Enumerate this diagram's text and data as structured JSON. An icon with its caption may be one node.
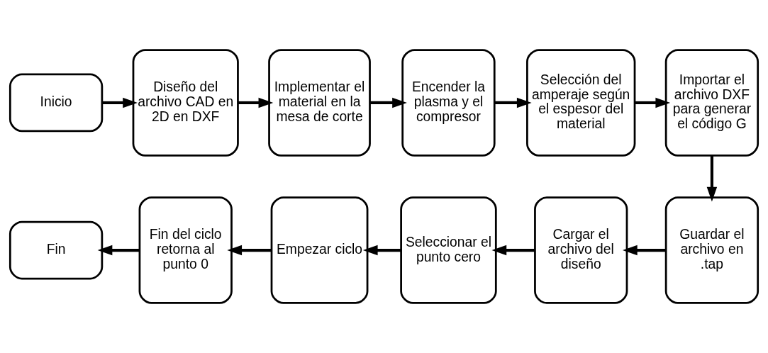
{
  "diagram": {
    "nodes": [
      {
        "text": [
          "Inicio"
        ]
      },
      {
        "text": [
          "Diseño del archivo CAD en 2D en DXF"
        ]
      },
      {
        "text": [
          "Implementar el material en la mesa de corte"
        ]
      },
      {
        "text": [
          "Encender la plasma y el compresor"
        ]
      },
      {
        "text": [
          "Selección del amperaje según el espesor del material"
        ]
      },
      {
        "text": [
          "Importar el archivo DXF para generar el código G"
        ]
      },
      {
        "text": [
          "Guardar el archivo en .tap"
        ]
      },
      {
        "text": [
          "Cargar el archivo del diseño"
        ]
      },
      {
        "text": [
          "Seleccionar el punto cero"
        ]
      },
      {
        "text": [
          "Empezar ciclo"
        ]
      },
      {
        "text": [
          "Fin del ciclo retorna al punto 0"
        ]
      },
      {
        "text": [
          "Fin"
        ]
      }
    ],
    "edges": [
      {
        "from": 0,
        "to": 1,
        "arrow": "to"
      },
      {
        "from": 1,
        "to": 2,
        "arrow": "to"
      },
      {
        "from": 2,
        "to": 3,
        "arrow": "to"
      },
      {
        "from": 3,
        "to": 4,
        "arrow": "to"
      },
      {
        "from": 4,
        "to": 5,
        "arrow": "to"
      },
      {
        "from": 5,
        "to": 6,
        "arrow": "to"
      },
      {
        "from": 6,
        "to": 7,
        "arrow": "to"
      },
      {
        "from": 7,
        "to": 8,
        "arrow": "to"
      },
      {
        "from": 8,
        "to": 9,
        "arrow": "to"
      },
      {
        "from": 9,
        "to": 10,
        "arrow": "to"
      },
      {
        "from": 10,
        "to": 11,
        "arrow": "to"
      }
    ]
  }
}
